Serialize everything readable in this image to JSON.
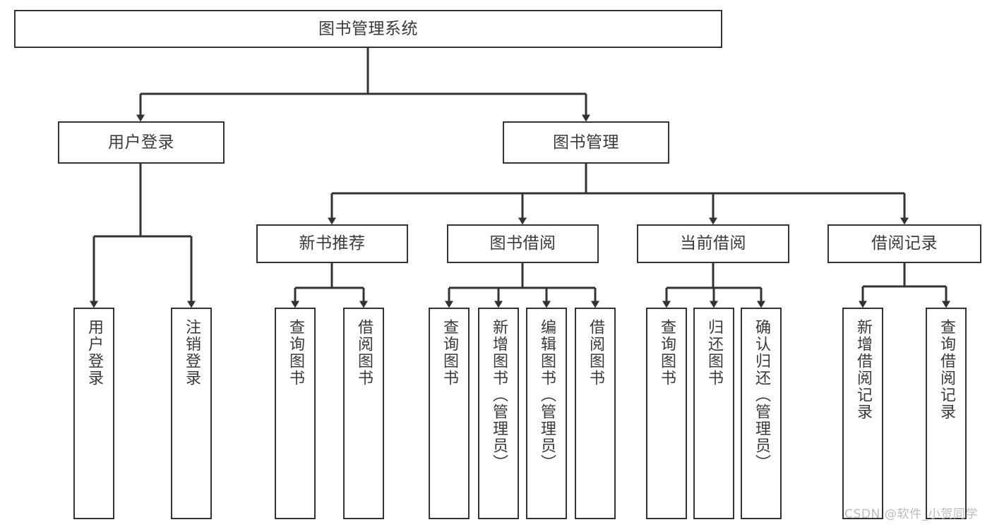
{
  "diagram": {
    "type": "tree",
    "title": "图书管理系统",
    "orientation": "top-down",
    "colors": {
      "box_border": "#333333",
      "box_fill": "#ffffff",
      "connector": "#333333",
      "text": "#3a3a3a",
      "watermark": "#bdbdbd",
      "background": "#ffffff"
    },
    "nodes": {
      "root": {
        "label": "图书管理系统"
      },
      "level1": [
        {
          "id": "user-login",
          "label": "用户登录"
        },
        {
          "id": "book-management",
          "label": "图书管理"
        }
      ],
      "level2": [
        {
          "id": "new-book-recommend",
          "label": "新书推荐",
          "parent": "book-management"
        },
        {
          "id": "book-borrow",
          "label": "图书借阅",
          "parent": "book-management"
        },
        {
          "id": "current-borrow",
          "label": "当前借阅",
          "parent": "book-management"
        },
        {
          "id": "borrow-record",
          "label": "借阅记录",
          "parent": "book-management"
        }
      ],
      "leaves": [
        {
          "id": "leaf-user-login",
          "label": "用户登录",
          "parent": "user-login"
        },
        {
          "id": "leaf-logout-login",
          "label": "注销登录",
          "parent": "user-login"
        },
        {
          "id": "leaf-query-book-1",
          "label": "查询图书",
          "parent": "new-book-recommend"
        },
        {
          "id": "leaf-borrow-book-1",
          "label": "借阅图书",
          "parent": "new-book-recommend"
        },
        {
          "id": "leaf-query-book-2",
          "label": "查询图书",
          "parent": "book-borrow"
        },
        {
          "id": "leaf-add-book",
          "label": "新增图书（管理员）",
          "parent": "book-borrow"
        },
        {
          "id": "leaf-edit-book",
          "label": "编辑图书（管理员）",
          "parent": "book-borrow"
        },
        {
          "id": "leaf-borrow-book-2",
          "label": "借阅图书",
          "parent": "book-borrow"
        },
        {
          "id": "leaf-query-book-3",
          "label": "查询图书",
          "parent": "current-borrow"
        },
        {
          "id": "leaf-return-book",
          "label": "归还图书",
          "parent": "current-borrow"
        },
        {
          "id": "leaf-confirm-return",
          "label": "确认归还（管理员）",
          "parent": "current-borrow"
        },
        {
          "id": "leaf-add-record",
          "label": "新增借阅记录",
          "parent": "borrow-record"
        },
        {
          "id": "leaf-query-record",
          "label": "查询借阅记录",
          "parent": "borrow-record"
        }
      ]
    }
  },
  "watermark": {
    "text": "CSDN @软件_小贺同学"
  }
}
